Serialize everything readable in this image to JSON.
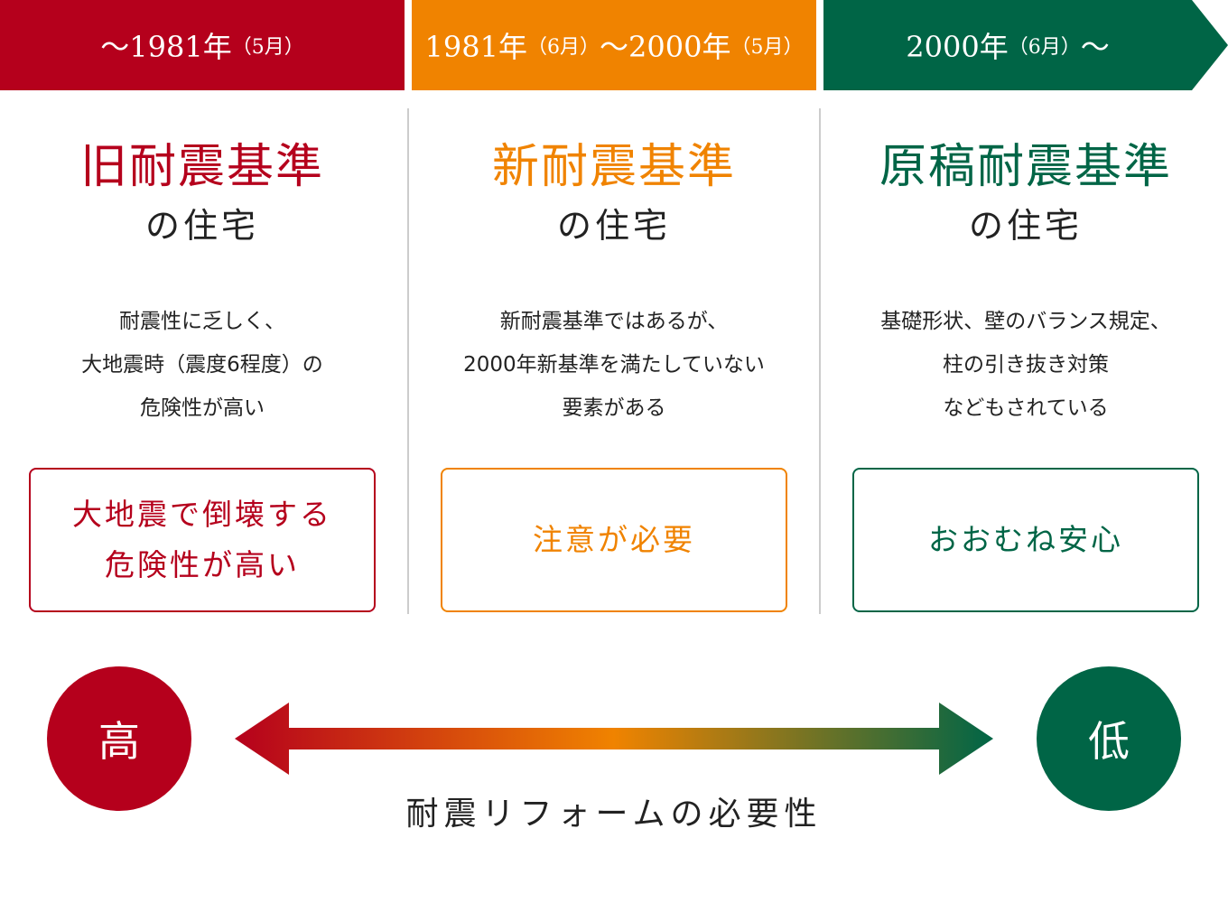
{
  "periods": [
    {
      "main": "～1981年",
      "paren": "（5月）",
      "color": "#b5001c"
    },
    {
      "main": "1981年",
      "paren": "（6月）",
      "main2": "～2000年",
      "paren2": "（5月）",
      "color": "#f08300"
    },
    {
      "main": "2000年",
      "paren": "（6月）",
      "tail": "～",
      "color": "#006546"
    }
  ],
  "columns": [
    {
      "title": "旧耐震基準",
      "sub": "の住宅",
      "desc": [
        "耐震性に乏しく、",
        "大地震時（震度6程度）の",
        "危険性が高い"
      ],
      "box": [
        "大地震で倒壊する",
        "危険性が高い"
      ]
    },
    {
      "title": "新耐震基準",
      "sub": "の住宅",
      "desc": [
        "新耐震基準ではあるが、",
        "2000年新基準を満たしていない",
        "要素がある"
      ],
      "box": [
        "注意が必要"
      ]
    },
    {
      "title": "原稿耐震基準",
      "sub": "の住宅",
      "desc": [
        "基礎形状、壁のバランス規定、",
        "柱の引き抜き対策",
        "などもされている"
      ],
      "box": [
        "おおむね安心"
      ]
    }
  ],
  "scale": {
    "high": "高",
    "low": "低",
    "label": "耐震リフォームの必要性"
  }
}
